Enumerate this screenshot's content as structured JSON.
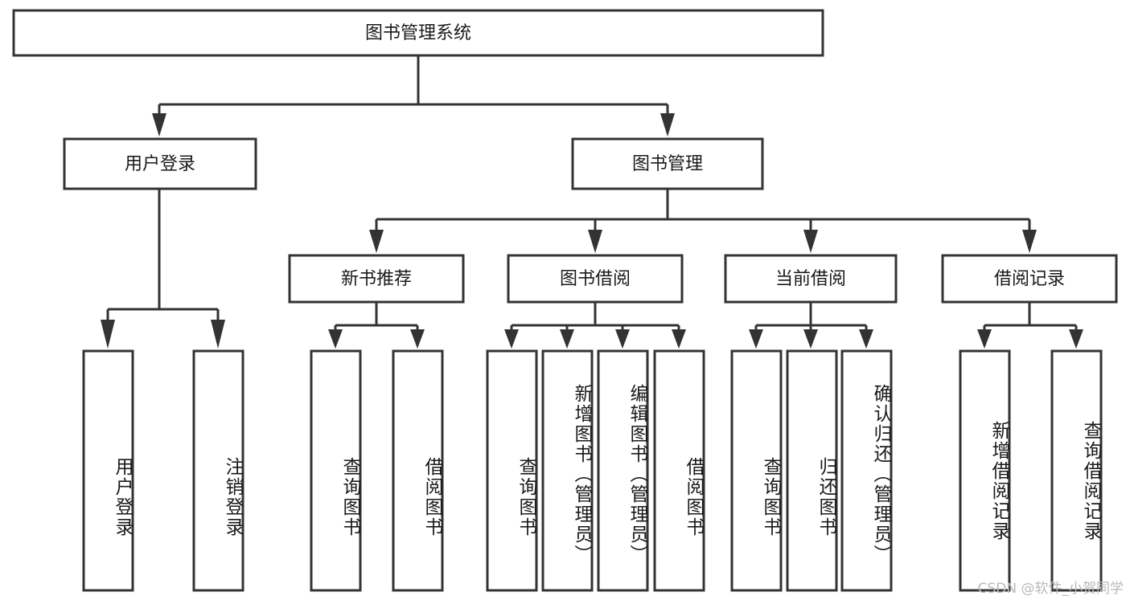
{
  "diagram": {
    "title": "图书管理系统",
    "type": "tree-hierarchy",
    "background_color": "#ffffff",
    "line_color": "#333333",
    "text_color": "#1a1a1a",
    "root": {
      "label": "图书管理系统"
    },
    "level2": [
      {
        "label": "用户登录"
      },
      {
        "label": "图书管理"
      }
    ],
    "level3": [
      {
        "label": "新书推荐"
      },
      {
        "label": "图书借阅"
      },
      {
        "label": "当前借阅"
      },
      {
        "label": "借阅记录"
      }
    ],
    "leaves": {
      "user_login": [
        {
          "label": "用户登录"
        },
        {
          "label": "注销登录"
        }
      ],
      "new_book_recommend": [
        {
          "label": "查询图书"
        },
        {
          "label": "借阅图书"
        }
      ],
      "book_borrow": [
        {
          "label": "查询图书"
        },
        {
          "label": "新增图书（管理员）"
        },
        {
          "label": "编辑图书（管理员）"
        },
        {
          "label": "借阅图书"
        }
      ],
      "current_borrow": [
        {
          "label": "查询图书"
        },
        {
          "label": "归还图书"
        },
        {
          "label": "确认归还（管理员）"
        }
      ],
      "borrow_record": [
        {
          "label": "新增借阅记录"
        },
        {
          "label": "查询借阅记录"
        }
      ]
    }
  },
  "watermark": {
    "text": "CSDN @软件_小贺同学"
  }
}
